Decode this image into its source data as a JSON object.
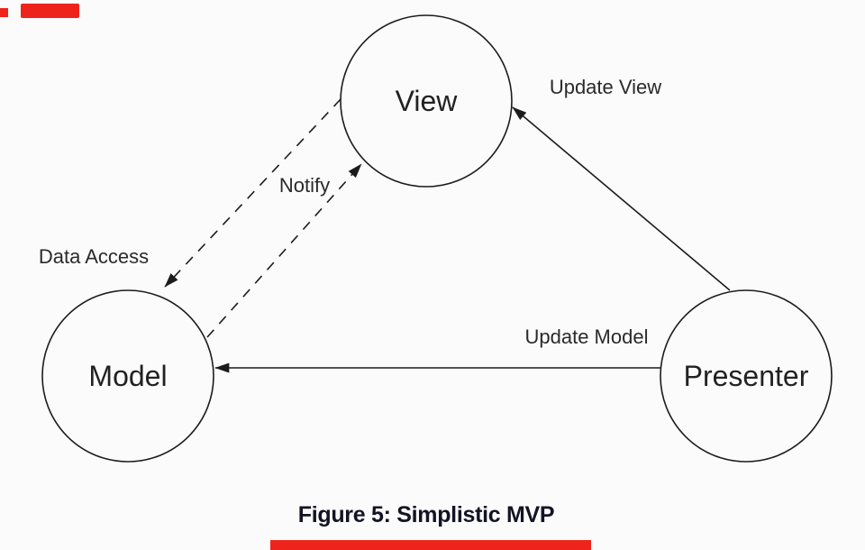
{
  "figure": {
    "caption": "Figure 5: Simplistic MVP"
  },
  "nodes": {
    "view": {
      "label": "View"
    },
    "model": {
      "label": "Model"
    },
    "presenter": {
      "label": "Presenter"
    }
  },
  "edges": {
    "update_view": {
      "label": "Update View",
      "style": "solid",
      "from": "Presenter",
      "to": "View"
    },
    "update_model": {
      "label": "Update Model",
      "style": "solid",
      "from": "Presenter",
      "to": "Model"
    },
    "notify": {
      "label": "Notify",
      "style": "dashed",
      "from": "Model",
      "to": "View"
    },
    "data_access": {
      "label": "Data Access",
      "style": "dashed",
      "from": "View",
      "to": "Model"
    }
  },
  "colors": {
    "background": "#fbfbfb",
    "stroke": "#1c1c1c",
    "node_text": "#222222",
    "edge_text": "#2a2a2a",
    "caption_text": "#131325",
    "red_mark": "#ee231c"
  }
}
